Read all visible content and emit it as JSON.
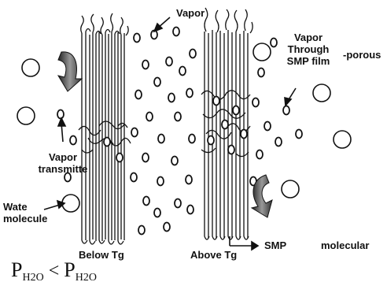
{
  "labels": {
    "vapor_top": "Vapor",
    "vapor_through_line1": "Vapor",
    "vapor_through_line2": "Through",
    "vapor_through_line3": "SMP film",
    "porous": "-porous",
    "vapor_transmitte_line1": "Vapor",
    "vapor_transmitte_line2": "transmitte",
    "water_molecule_line1": "Wate",
    "water_molecule_line2": "molecule",
    "below_tg": "Below Tg",
    "above_tg": "Above Tg",
    "smp": "SMP",
    "molecular": "molecular"
  },
  "equation": {
    "left_base": "P",
    "left_sub": "H2O",
    "operator": "<",
    "right_base": "P",
    "right_sub": "H2O"
  },
  "colors": {
    "ink": "#111111",
    "arrow_shade": "#777777"
  }
}
